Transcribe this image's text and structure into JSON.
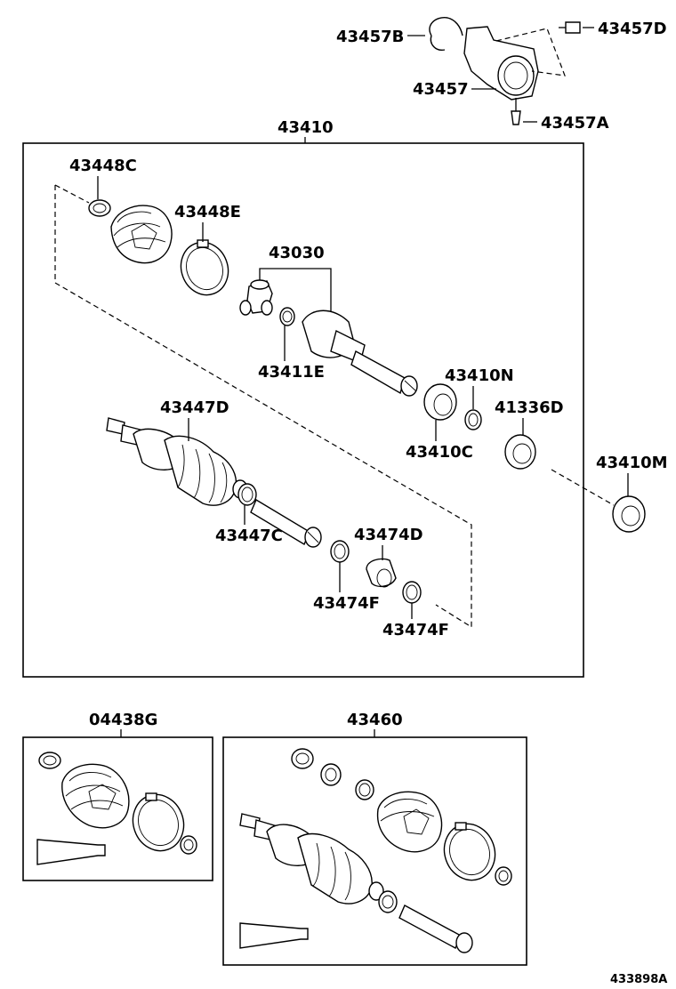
{
  "labels": {
    "p43457B": "43457B",
    "p43457D": "43457D",
    "p43457": "43457",
    "p43457A": "43457A",
    "p43410": "43410",
    "p43448C": "43448C",
    "p43448E": "43448E",
    "p43030": "43030",
    "p43411E": "43411E",
    "p43410N": "43410N",
    "p43410C": "43410C",
    "p41336D": "41336D",
    "p43410M": "43410M",
    "p43447D": "43447D",
    "p43447C": "43447C",
    "p43474D": "43474D",
    "p43474F_a": "43474F",
    "p43474F_b": "43474F",
    "p04438G": "04438G",
    "p43460": "43460"
  },
  "figure_id": "433898A"
}
